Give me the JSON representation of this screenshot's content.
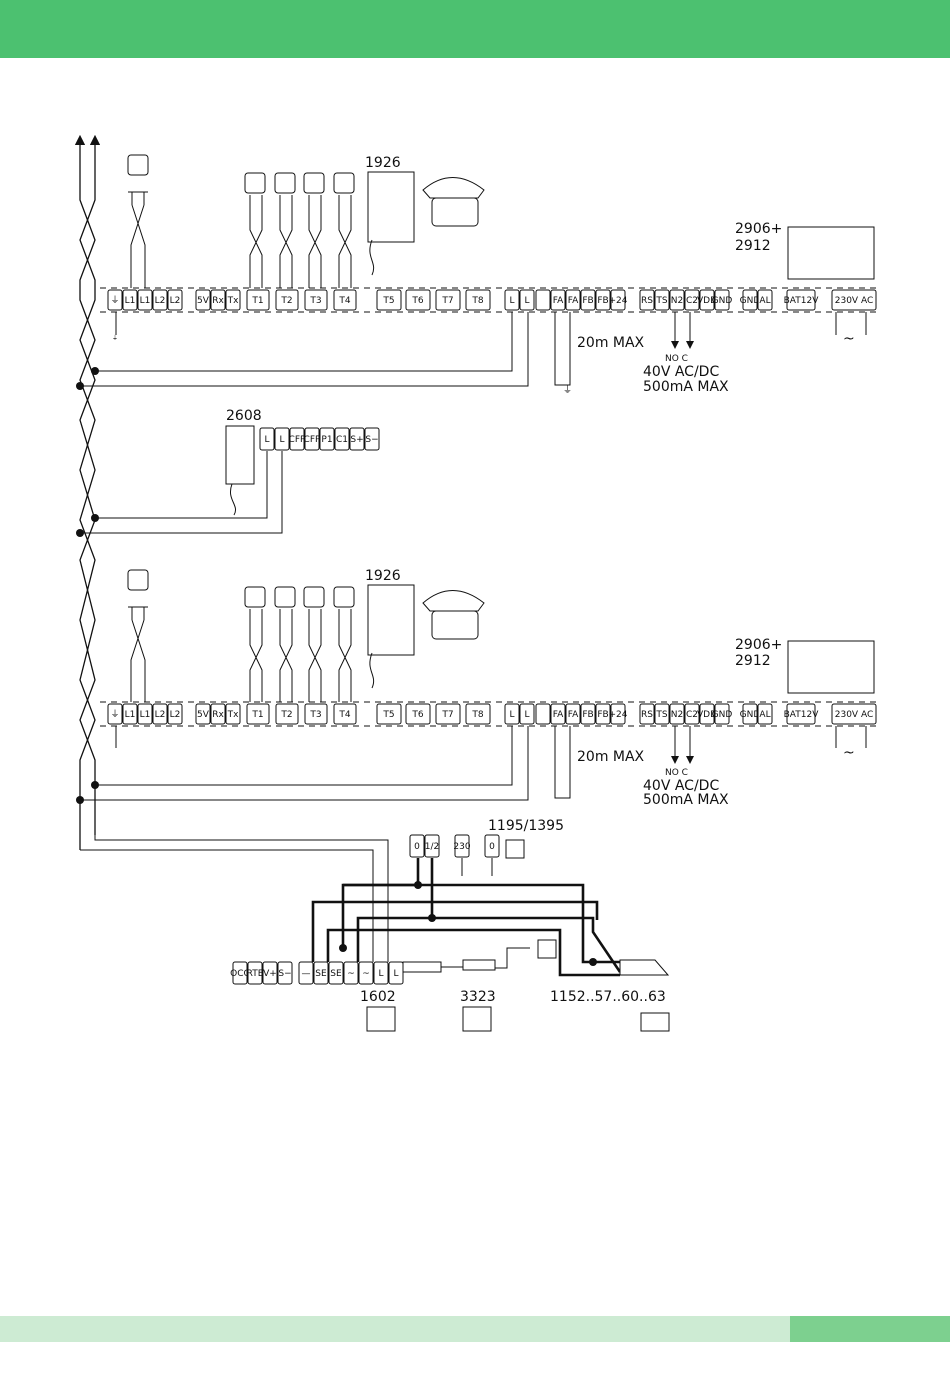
{
  "colors": {
    "header": "#4cc170",
    "footer_light": "#cdebd3",
    "footer_dark": "#7dd08f",
    "line": "#111111"
  },
  "unit_1926": "1926",
  "unit_2608": "2608",
  "unit_2906_a": "2906+",
  "unit_2912": "2912",
  "unit_1195": "1195/1395",
  "unit_1602": "1602",
  "unit_3323": "3323",
  "unit_1152": "1152..57..60..63",
  "dist_20m": "20m MAX",
  "relay_noc": "NO C",
  "rating_v": "40V AC/DC",
  "rating_a": "500mA MAX",
  "ac_symbol": "~",
  "switcher_terms": [
    "0",
    "1",
    "2"
  ],
  "psu_terms": [
    "230",
    "0"
  ],
  "terminal_strip": [
    "⏚",
    "L1",
    "L1",
    "L2",
    "L2",
    "5V",
    "Rx",
    "Tx",
    "T1",
    "T2",
    "T3",
    "T4",
    "T5",
    "T6",
    "T7",
    "T8",
    "L",
    "L",
    "",
    "FA",
    "FA",
    "FB",
    "FB",
    "+24",
    "RS",
    "TS",
    "N2",
    "C2",
    "VDD",
    "GND",
    "GND",
    "AL",
    "BAT12V",
    "230V AC"
  ],
  "intercom_terms": [
    "L",
    "L",
    "CFP",
    "CFP",
    "P1",
    "C1",
    "S+",
    "S−"
  ],
  "panel_terms": [
    "OCC",
    "RTE",
    "V+",
    "S−",
    "—",
    "SE",
    "SE",
    "~",
    "~",
    "L",
    "L"
  ]
}
